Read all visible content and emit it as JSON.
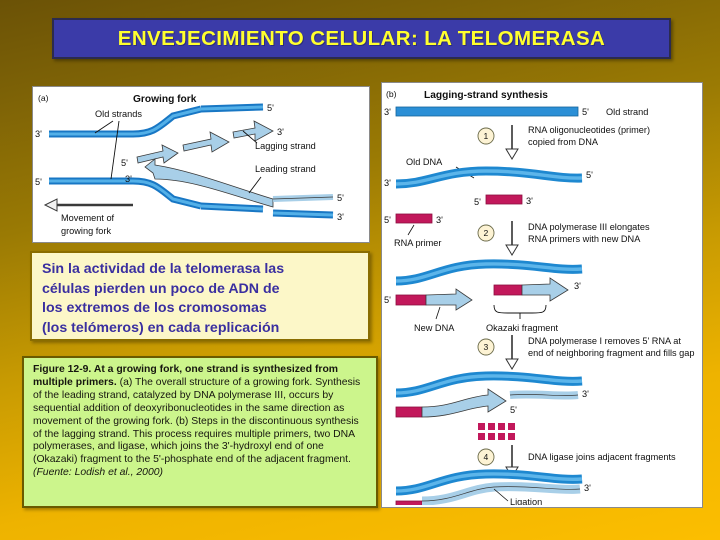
{
  "slide": {
    "title": "ENVEJECIMIENTO CELULAR: LA TELOMERASA",
    "title_bg": "#3b3ba8",
    "title_color": "#ffff2e",
    "background_top": "#6b5206",
    "background_bottom": "#fcbe00"
  },
  "panel_a": {
    "tag": "(a)",
    "heading": "Growing fork",
    "labels": {
      "old_strands": "Old strands",
      "lagging_strand": "Lagging strand",
      "leading_strand": "Leading strand",
      "movement_1": "Movement of",
      "movement_2": "growing fork",
      "e3_left_top": "3'",
      "e5_left_bottom": "5'",
      "e5_mid": "5'",
      "e3_mid": "3'",
      "e5_top_right": "5'",
      "e3_top_right": "3'",
      "e5_bottom_right": "5'",
      "e3_bottom_right": "3'"
    }
  },
  "panel_b": {
    "tag": "(b)",
    "heading": "Lagging-strand synthesis",
    "steps": [
      {
        "num": "1",
        "text_line1": "RNA oligonucleotides (primer)",
        "text_line2": "copied from DNA"
      },
      {
        "num": "2",
        "text_line1": "DNA polymerase III elongates",
        "text_line2": "RNA primers with new DNA"
      },
      {
        "num": "3",
        "text_line1": "DNA polymerase I removes 5' RNA at",
        "text_line2": "end of neighboring fragment and fills gap"
      },
      {
        "num": "4",
        "text_line1": "DNA ligase joins adjacent fragments",
        "text_line2": ""
      }
    ],
    "labels": {
      "old_strand": "Old strand",
      "old_dna": "Old DNA",
      "rna_primer": "RNA primer",
      "new_dna": "New DNA",
      "okazaki_fragment": "Okazaki fragment",
      "ligation": "Ligation",
      "s1_left3": "3'",
      "s1_right5": "5'",
      "s2_left3": "3'",
      "s2_p5": "5'",
      "s2_p3": "3'",
      "s2_right5": "5'",
      "s3_left5": "5'",
      "s3_p5": "5'",
      "s3_p3": "3'",
      "s3_right3": "3'",
      "s4_left5": "5'",
      "s4_right3": "3'",
      "s5_gap5": "5'",
      "s5_right3": "3'",
      "s6_right3": "3'"
    }
  },
  "highlight_box": {
    "background": "#fcf7c8",
    "text_color": "#3a2fa0",
    "lines": [
      "Sin la actividad de la telomerasa las",
      "células pierden un poco de ADN de",
      "los extremos de los cromosomas",
      "(los telómeros) en cada replicación"
    ]
  },
  "caption_box": {
    "background": "#ccf58c",
    "bold_part": "Figure 12-9. At a growing fork, one strand is synthesized from multiple primers.",
    "body": " (a) The overall structure of a growing fork. Synthesis of the leading strand, catalyzed by DNA polymerase III, occurs by sequential addition of deoxyribonucleotides in the same direction as movement of the growing fork. (b) Steps in the discontinuous synthesis of the lagging strand. This process requires multiple primers, two DNA polymerases, and ligase, which joins the 3'-hydroxyl end of one (Okazaki) fragment to the 5'-phosphate end of the adjacent fragment. ",
    "source": "(Fuente: Lodish et al., 2000)"
  },
  "colors": {
    "dna_dark_blue": "#1e88d0",
    "dna_light_blue": "#a8cfe8",
    "rna_magenta": "#c2185b",
    "step_circle": "#fdf3d4"
  }
}
